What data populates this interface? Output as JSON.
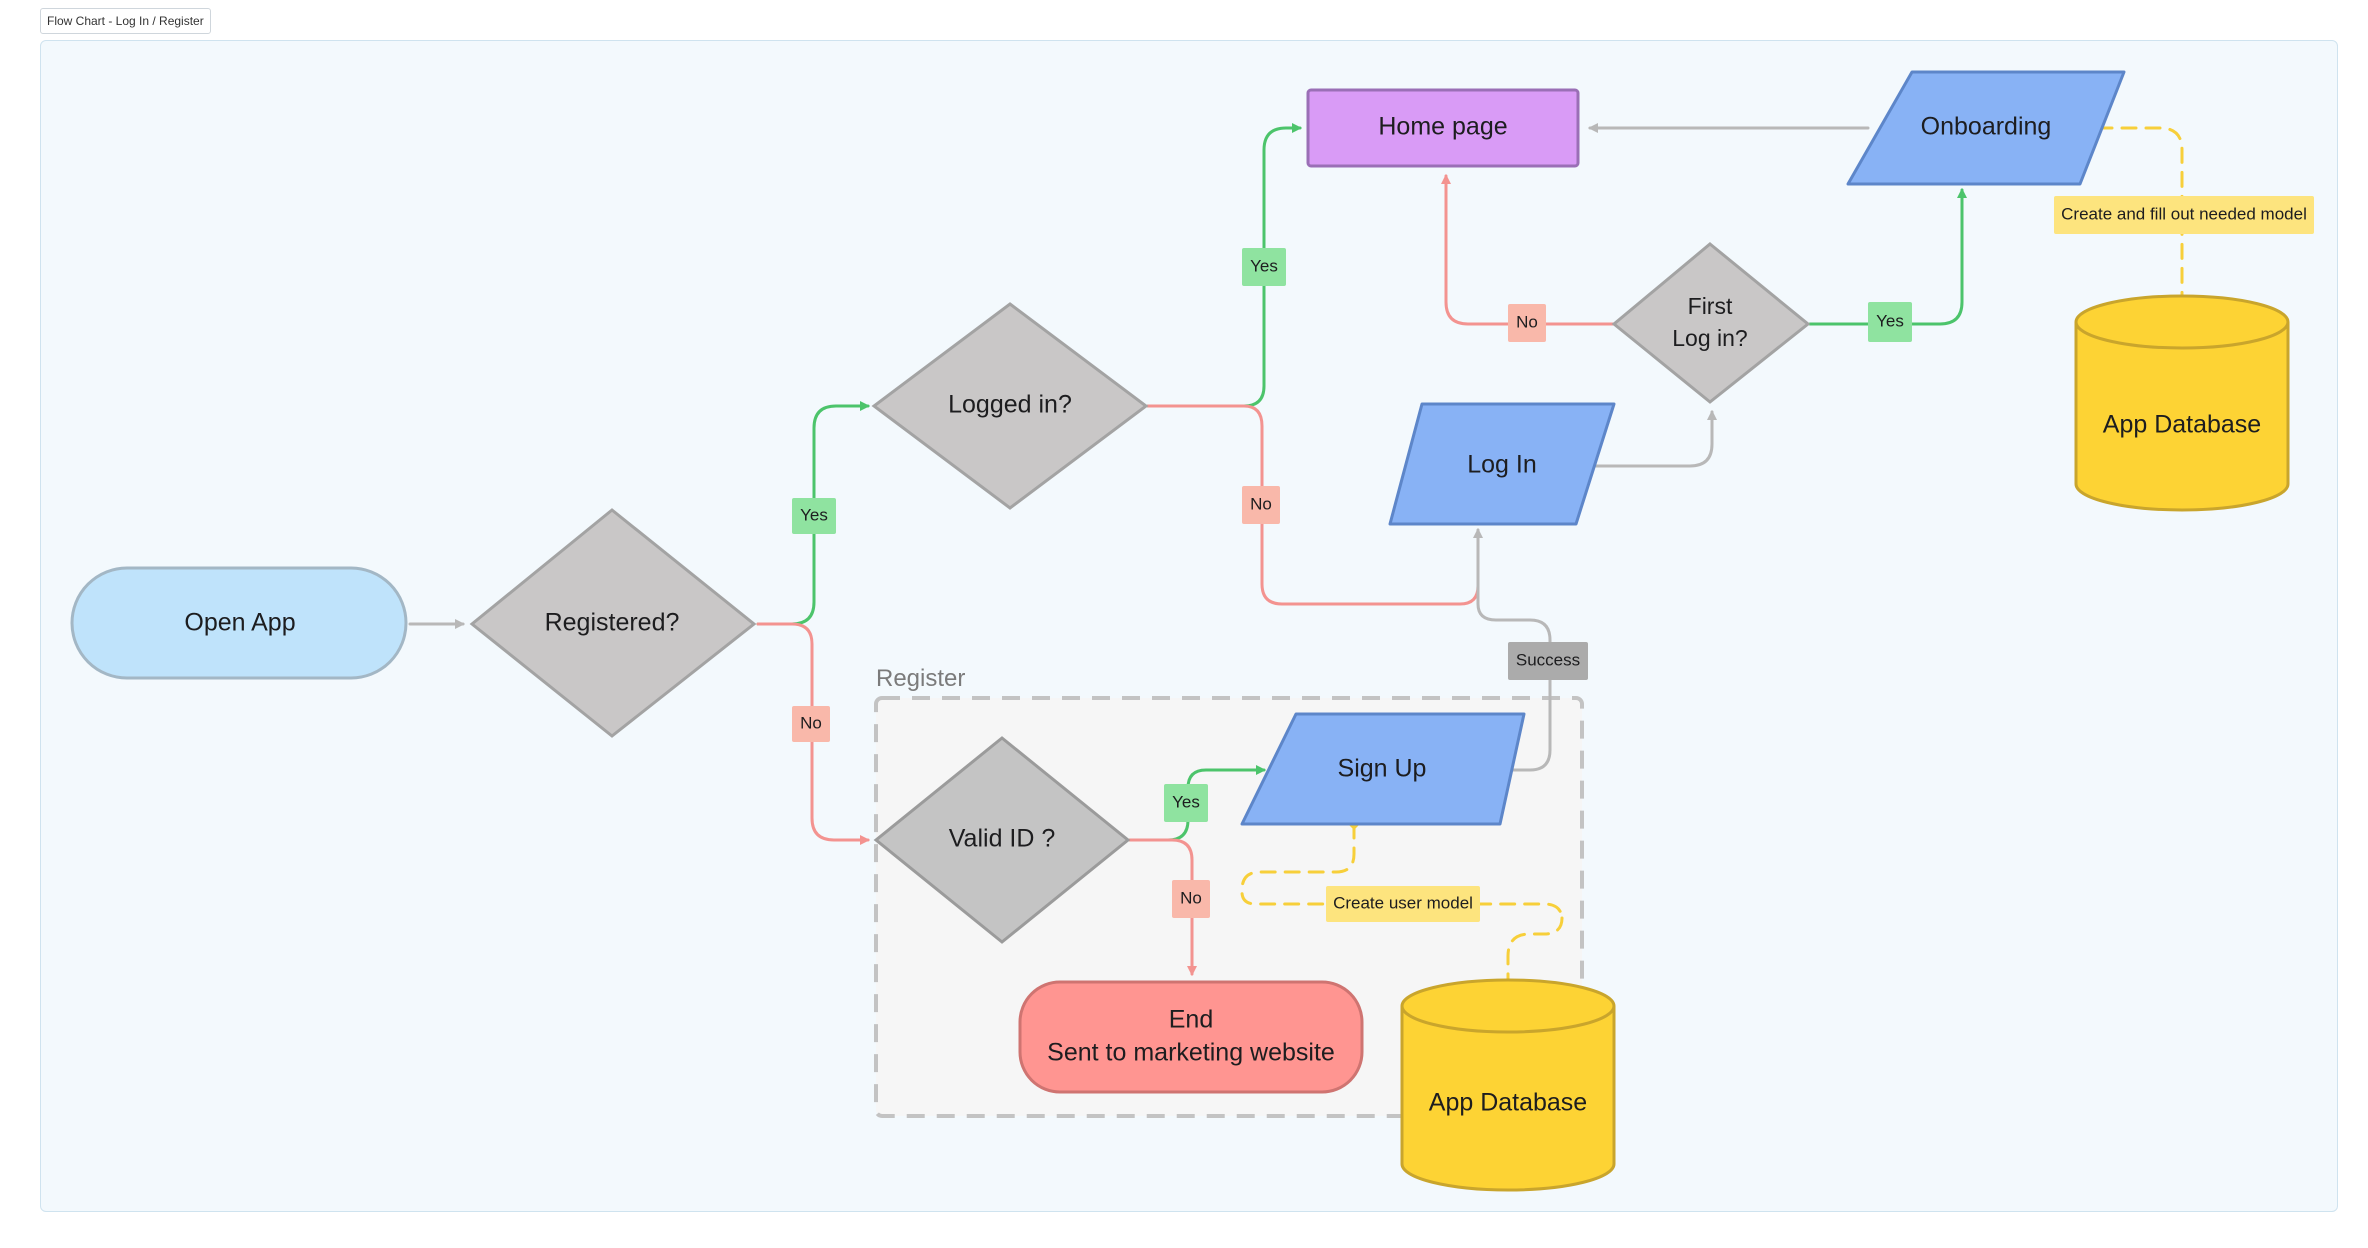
{
  "frame": {
    "title": "Flow Chart - Log In / Register"
  },
  "colors": {
    "canvas": "#f3f9fd",
    "terminal_start": "#bfe3fb",
    "decision": "#c9c7c7",
    "process_io": "#88b2f5",
    "home": "#d99bf6",
    "end": "#ff9591",
    "database": "#fdd334",
    "yes": "#4cc46b",
    "no": "#f39390",
    "neutral": "#b8b8b8",
    "data_link": "#f7cf3a"
  },
  "nodes": {
    "open_app": "Open App",
    "registered": "Registered?",
    "logged_in": "Logged in?",
    "home_page": "Home page",
    "onboarding": "Onboarding",
    "first_login_1": "First",
    "first_login_2": "Log in?",
    "log_in": "Log In",
    "sign_up": "Sign Up",
    "valid_id": "Valid ID ?",
    "end_1": "End",
    "end_2": "Sent to marketing website",
    "db_top": "App Database",
    "db_bottom": "App Database"
  },
  "group": {
    "register_title": "Register"
  },
  "edge_labels": {
    "yes_registered": "Yes",
    "no_registered": "No",
    "yes_logged_in": "Yes",
    "no_logged_in": "No",
    "no_first_login": "No",
    "yes_first_login": "Yes",
    "yes_valid_id": "Yes",
    "no_valid_id": "No",
    "success": "Success"
  },
  "notes": {
    "onboarding_model": "Create and fill out needed model",
    "user_model": "Create user model"
  }
}
